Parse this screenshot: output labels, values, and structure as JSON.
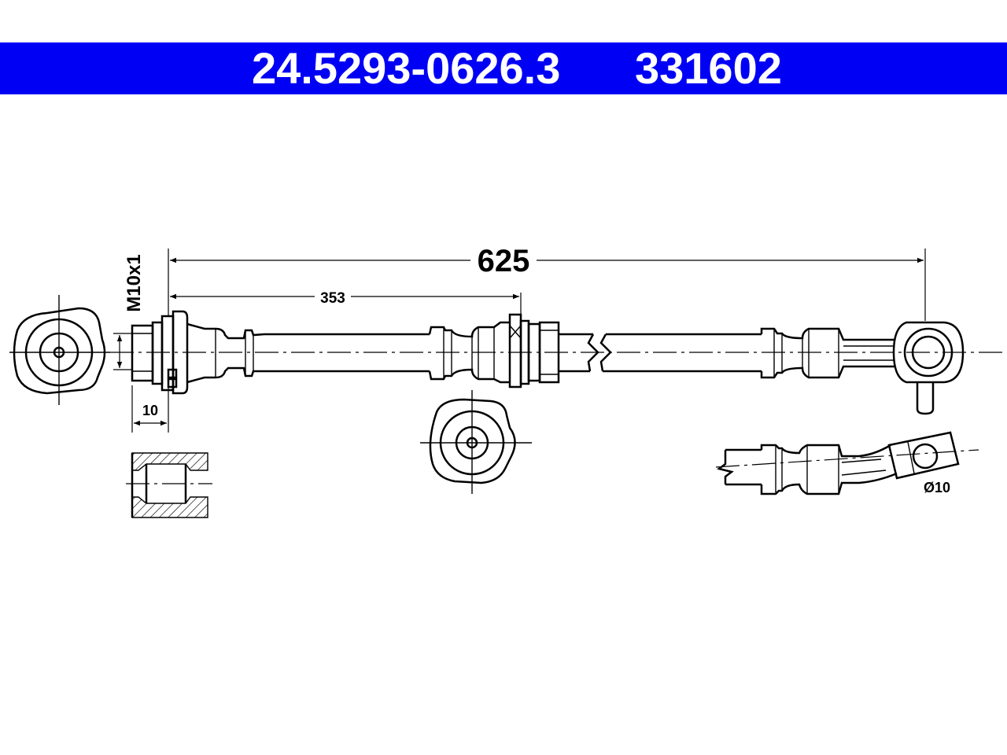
{
  "header": {
    "article_number": "24.5293-0626.3",
    "reference_number": "331602",
    "bar_color": "#0000f5",
    "text_color": "#ffffff"
  },
  "dimensions": {
    "total_length": "625",
    "partial_length": "353",
    "thread": "M10x1",
    "thread_depth": "10",
    "eye_diameter": "Ø10"
  }
}
